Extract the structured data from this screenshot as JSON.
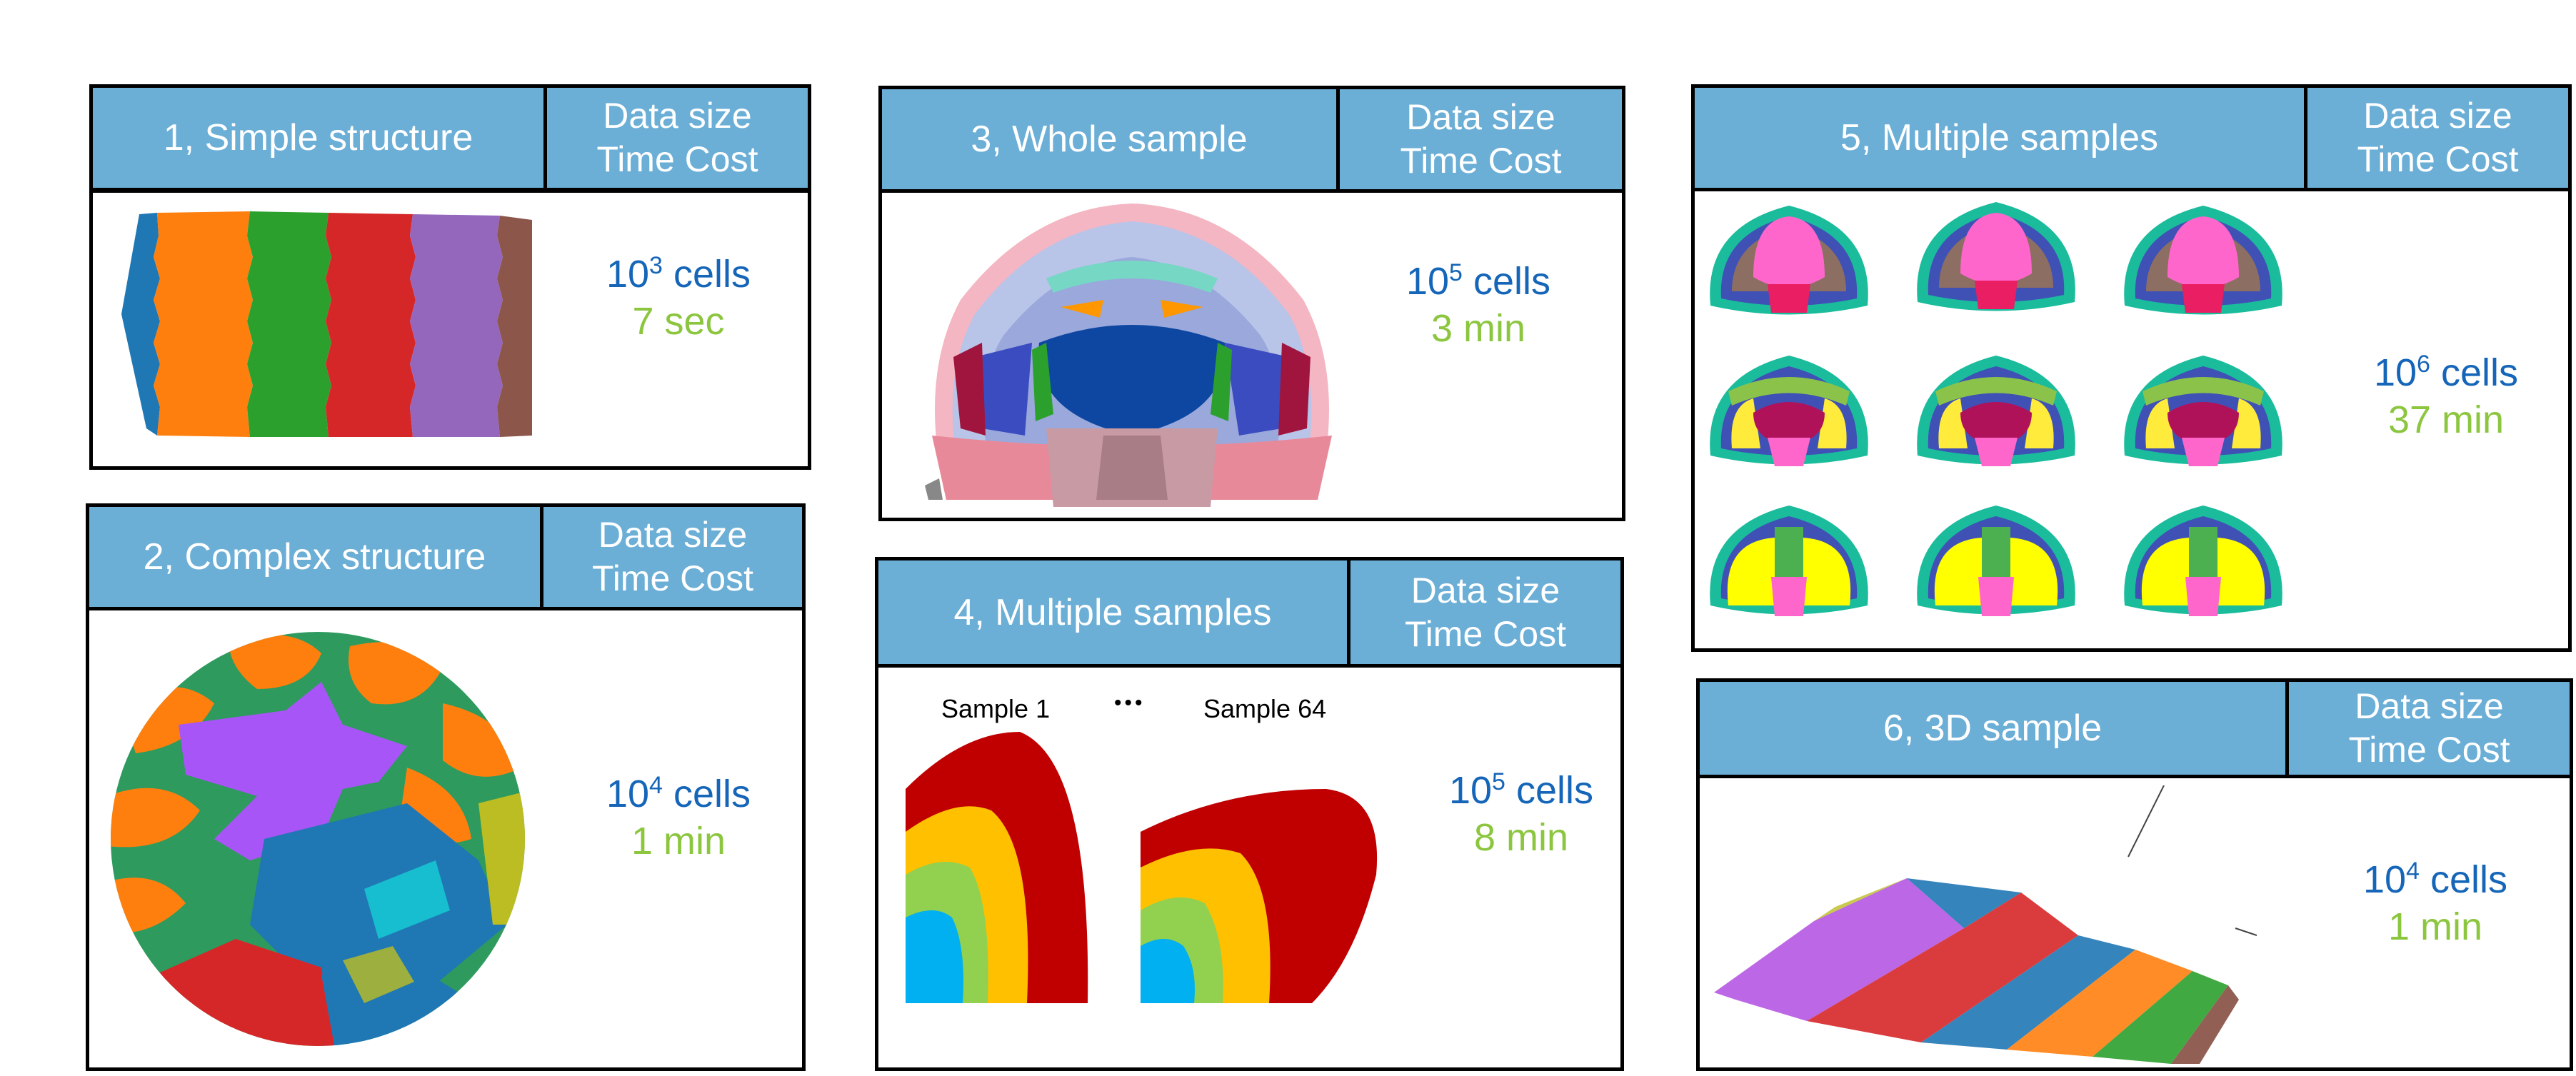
{
  "header_right": {
    "line1": "Data size",
    "line2": "Time Cost"
  },
  "panels": [
    {
      "title": "1, Simple structure",
      "cells_base": "10",
      "cells_exp": "3",
      "cells_unit": "cells",
      "time": "7 sec"
    },
    {
      "title": "2, Complex structure",
      "cells_base": "10",
      "cells_exp": "4",
      "cells_unit": "cells",
      "time": "1 min"
    },
    {
      "title": "3, Whole sample",
      "cells_base": "10",
      "cells_exp": "5",
      "cells_unit": "cells",
      "time": "3 min"
    },
    {
      "title": "4, Multiple samples",
      "cells_base": "10",
      "cells_exp": "5",
      "cells_unit": "cells",
      "time": "8 min",
      "sample_first": "Sample 1",
      "ellipsis": "•••",
      "sample_last": "Sample 64"
    },
    {
      "title": "5, Multiple samples",
      "cells_base": "10",
      "cells_exp": "6",
      "cells_unit": "cells",
      "time": "37 min"
    },
    {
      "title": "6, 3D sample",
      "cells_base": "10",
      "cells_exp": "4",
      "cells_unit": "cells",
      "time": "1 min"
    }
  ],
  "colors": {
    "header": "#6baed6",
    "cells_text": "#1565b8",
    "time_text": "#8cc63f"
  }
}
